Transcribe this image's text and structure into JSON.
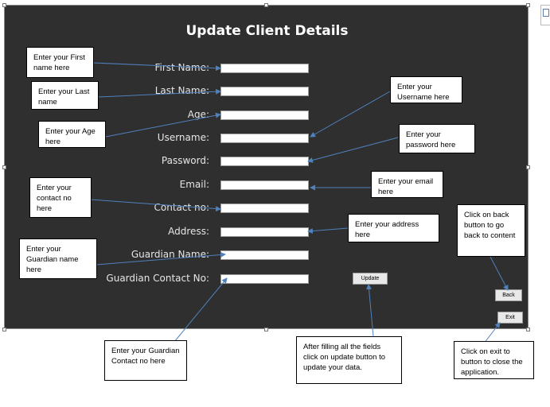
{
  "window": {
    "title": "Update Client Details"
  },
  "form": {
    "fields": [
      {
        "label": "First Name:",
        "value": ""
      },
      {
        "label": "Last Name:",
        "value": ""
      },
      {
        "label": "Age:",
        "value": ""
      },
      {
        "label": "Username:",
        "value": ""
      },
      {
        "label": "Password:",
        "value": ""
      },
      {
        "label": "Email:",
        "value": ""
      },
      {
        "label": "Contact no:",
        "value": ""
      },
      {
        "label": "Address:",
        "value": ""
      },
      {
        "label": "Guardian Name:",
        "value": ""
      },
      {
        "label": "Guardian Contact No:",
        "value": ""
      }
    ],
    "update_label": "Update",
    "back_label": "Back",
    "exit_label": "Exit"
  },
  "callouts": {
    "first_name": "Enter your First name here",
    "last_name": "Enter your Last name",
    "age": "Enter your Age here",
    "username": "Enter your Username here",
    "password": "Enter your password here",
    "email": "Enter your email here",
    "contact": "Enter your contact no here",
    "address": "Enter your address here",
    "guardian_name": "Enter your Guardian name here",
    "guardian_contact": "Enter your Guardian Contact no here",
    "update": "After filling all the fields click on update button to update your data.",
    "back": "Click on back button to go back to content",
    "exit": "Click on exit to button to close the application."
  },
  "colors": {
    "panel": "#2f2f2f",
    "arrow": "#4f81bd"
  }
}
